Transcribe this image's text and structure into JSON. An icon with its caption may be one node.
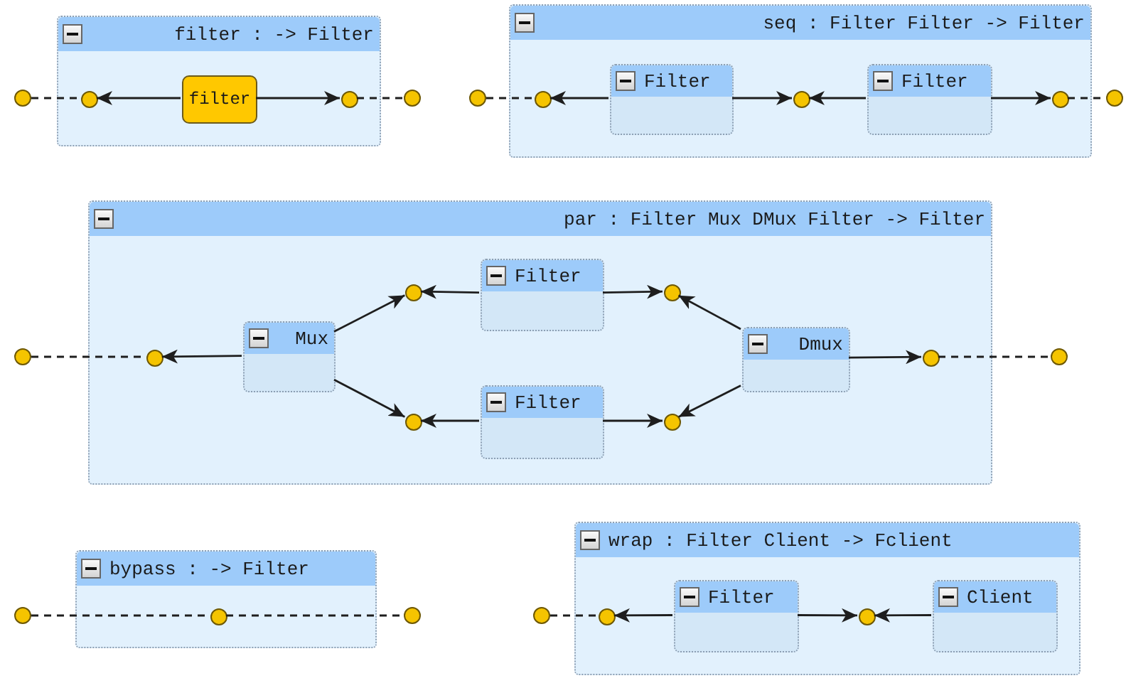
{
  "diagram": {
    "nodes": [
      {
        "text": [
          "filter : -> Filter"
        ]
      },
      {
        "text": [],
        "shape": "circle"
      },
      {
        "text": [],
        "shape": "circle",
        "in": 0
      },
      {
        "text": [
          "filter"
        ],
        "in": 0
      },
      {
        "text": [],
        "shape": "circle",
        "in": 0
      },
      {
        "text": [],
        "shape": "circle"
      },
      {
        "text": [
          "seq : Filter Filter -> Filter"
        ]
      },
      {
        "text": [],
        "shape": "circle"
      },
      {
        "text": [],
        "shape": "circle",
        "in": 6
      },
      {
        "text": [
          "Filter"
        ],
        "in": 6
      },
      {
        "text": [],
        "shape": "circle",
        "in": 6
      },
      {
        "text": [
          "Filter"
        ],
        "in": 6
      },
      {
        "text": [],
        "shape": "circle",
        "in": 6
      },
      {
        "text": [],
        "shape": "circle"
      },
      {
        "text": [
          "par : Filter Mux DMux Filter -> Filter"
        ]
      },
      {
        "text": [],
        "shape": "circle"
      },
      {
        "text": [],
        "shape": "circle",
        "in": 14
      },
      {
        "text": [
          "Mux"
        ],
        "in": 14
      },
      {
        "text": [],
        "shape": "circle",
        "in": 14
      },
      {
        "text": [],
        "shape": "circle",
        "in": 14
      },
      {
        "text": [
          "Filter"
        ],
        "in": 14
      },
      {
        "text": [
          "Filter"
        ],
        "in": 14
      },
      {
        "text": [],
        "shape": "circle",
        "in": 14
      },
      {
        "text": [],
        "shape": "circle",
        "in": 14
      },
      {
        "text": [
          "Dmux"
        ],
        "in": 14
      },
      {
        "text": [],
        "shape": "circle",
        "in": 14
      },
      {
        "text": [],
        "shape": "circle"
      },
      {
        "text": [
          "bypass : -> Filter"
        ]
      },
      {
        "text": [],
        "shape": "circle"
      },
      {
        "text": [],
        "shape": "circle",
        "in": 27
      },
      {
        "text": [],
        "shape": "circle"
      },
      {
        "text": [
          "wrap : Filter Client -> Fclient"
        ]
      },
      {
        "text": [],
        "shape": "circle"
      },
      {
        "text": [],
        "shape": "circle",
        "in": 31
      },
      {
        "text": [
          "Filter"
        ],
        "in": 31
      },
      {
        "text": [],
        "shape": "circle",
        "in": 31
      },
      {
        "text": [
          "Client"
        ],
        "in": 31
      }
    ],
    "edges": [
      {
        "from": 3,
        "to": 2,
        "arrow": "to"
      },
      {
        "from": 3,
        "to": 4,
        "arrow": "to"
      },
      {
        "from": 1,
        "to": 2,
        "arrow": "none",
        "style": "dashed"
      },
      {
        "from": 4,
        "to": 5,
        "arrow": "none",
        "style": "dashed"
      },
      {
        "from": 9,
        "to": 8,
        "arrow": "to"
      },
      {
        "from": 9,
        "to": 10,
        "arrow": "to"
      },
      {
        "from": 11,
        "to": 10,
        "arrow": "to"
      },
      {
        "from": 11,
        "to": 12,
        "arrow": "to"
      },
      {
        "from": 7,
        "to": 8,
        "arrow": "none",
        "style": "dashed"
      },
      {
        "from": 12,
        "to": 13,
        "arrow": "none",
        "style": "dashed"
      },
      {
        "from": 17,
        "to": 16,
        "arrow": "to"
      },
      {
        "from": 17,
        "to": 18,
        "arrow": "to"
      },
      {
        "from": 17,
        "to": 19,
        "arrow": "to"
      },
      {
        "from": 20,
        "to": 18,
        "arrow": "to"
      },
      {
        "from": 20,
        "to": 22,
        "arrow": "to"
      },
      {
        "from": 21,
        "to": 19,
        "arrow": "to"
      },
      {
        "from": 21,
        "to": 23,
        "arrow": "to"
      },
      {
        "from": 24,
        "to": 22,
        "arrow": "to"
      },
      {
        "from": 24,
        "to": 23,
        "arrow": "to"
      },
      {
        "from": 24,
        "to": 25,
        "arrow": "to"
      },
      {
        "from": 15,
        "to": 16,
        "arrow": "none",
        "style": "dashed"
      },
      {
        "from": 25,
        "to": 26,
        "arrow": "none",
        "style": "dashed"
      },
      {
        "from": 28,
        "to": 29,
        "arrow": "none",
        "style": "dashed"
      },
      {
        "from": 29,
        "to": 30,
        "arrow": "none",
        "style": "dashed"
      },
      {
        "from": 34,
        "to": 33,
        "arrow": "to"
      },
      {
        "from": 34,
        "to": 35,
        "arrow": "to"
      },
      {
        "from": 36,
        "to": 35,
        "arrow": "to"
      },
      {
        "from": 32,
        "to": 33,
        "arrow": "none",
        "style": "dashed"
      }
    ]
  }
}
